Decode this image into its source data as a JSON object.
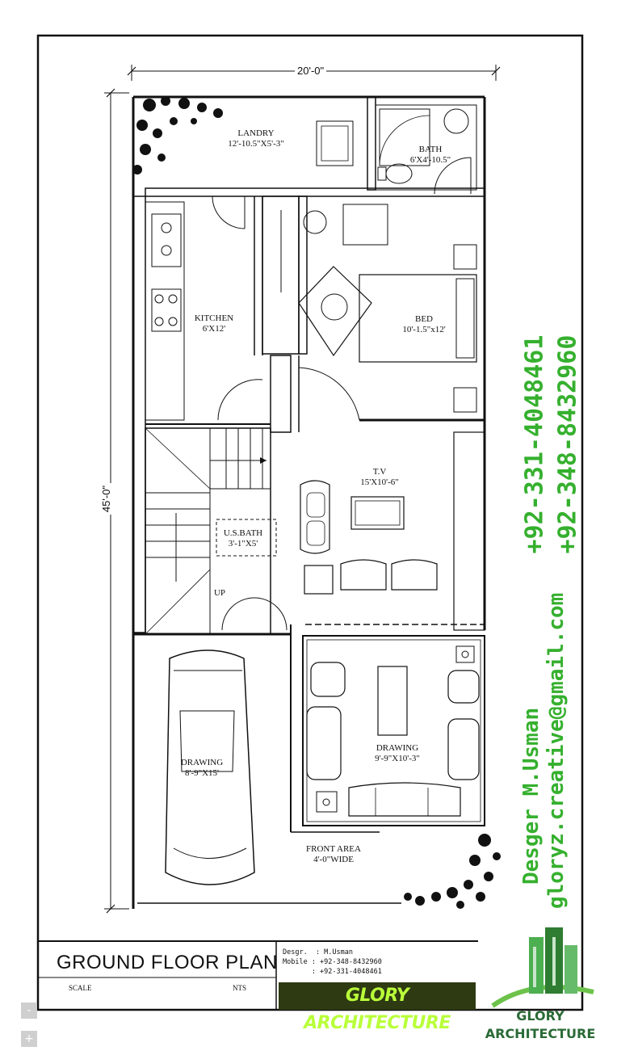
{
  "plan": {
    "overall_width": "20'-0\"",
    "overall_length": "45'-0\"",
    "rooms": {
      "laundry": {
        "name": "LANDRY",
        "size": "12'-10.5\"X5'-3\""
      },
      "bath": {
        "name": "BATH",
        "size": "6'X4'-10.5\""
      },
      "kitchen": {
        "name": "KITCHEN",
        "size": "6'X12'"
      },
      "bed": {
        "name": "BED",
        "size": "10'-1.5\"x12'"
      },
      "tv": {
        "name": "T.V",
        "size": "15'X10'-6\""
      },
      "us_bath": {
        "name": "U.S.BATH",
        "size": "3'-1\"X5'"
      },
      "up": "UP",
      "garage": {
        "name": "DRAWING",
        "size": "8'-9\"X15'"
      },
      "drawing": {
        "name": "DRAWING",
        "size": "9'-9\"X10'-3\""
      },
      "front_area": {
        "name": "FRONT AREA",
        "size": "4'-0\"WIDE"
      }
    }
  },
  "title_block": {
    "title": "GROUND FLOOR PLAN",
    "scale_label": "SCALE",
    "scale_value": "NTS",
    "designer": "Desgr.  : M.Usman",
    "mobile_1": "Mobile : +92-348-8432960",
    "mobile_2": "       : +92-331-4048461",
    "banner": "GLORY ARCHITECTURE"
  },
  "side_text": {
    "phone_1": "+92-331-4048461",
    "phone_2": "+92-348-8432960",
    "designer": "Desger M.Usman",
    "email": "gloryz.creative@gmail.com"
  },
  "logo": {
    "line1": "GLORY",
    "line2": "ARCHITECTURE"
  },
  "colors": {
    "brand_green": "#35b02e",
    "logo_green": "#2a6a36",
    "banner_bg": "#2e3a12",
    "banner_text": "#b9ff3a"
  },
  "controls": {
    "zoom_out": "-",
    "zoom_in": "+"
  }
}
